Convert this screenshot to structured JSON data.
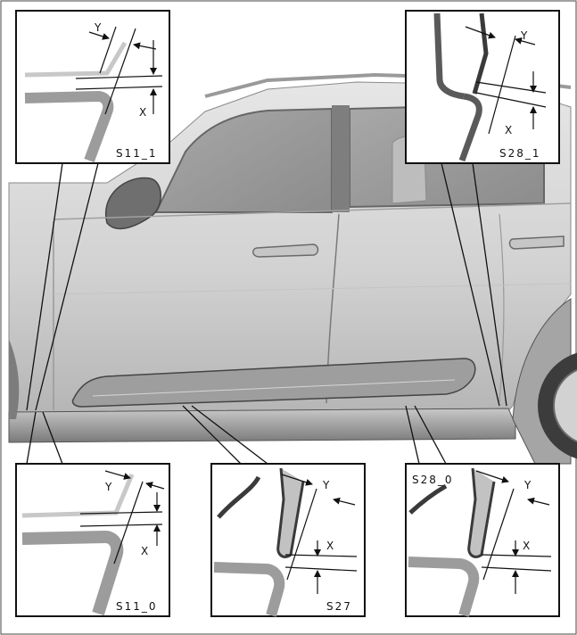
{
  "figure": {
    "detail_views": [
      {
        "id": "s11_1",
        "code": "S11_1",
        "dim_y": "Y",
        "dim_x": "X"
      },
      {
        "id": "s28_1",
        "code": "S28_1",
        "dim_y": "Y",
        "dim_x": "X"
      },
      {
        "id": "s11_0",
        "code": "S11_0",
        "dim_y": "Y",
        "dim_x": "X"
      },
      {
        "id": "s27",
        "code": "S27",
        "dim_y": "Y",
        "dim_x": "X"
      },
      {
        "id": "s28_0",
        "code": "S28_0",
        "dim_y": "Y",
        "dim_x": "X"
      }
    ]
  },
  "colors": {
    "panel_border": "#111111",
    "body_light": "#d8d8d8",
    "body_mid": "#bdbdbd",
    "body_dark": "#8a8a8a",
    "glass": "#9a9a9a",
    "profile_gray": "#9c9c9c",
    "profile_dark": "#3a3a3a"
  }
}
